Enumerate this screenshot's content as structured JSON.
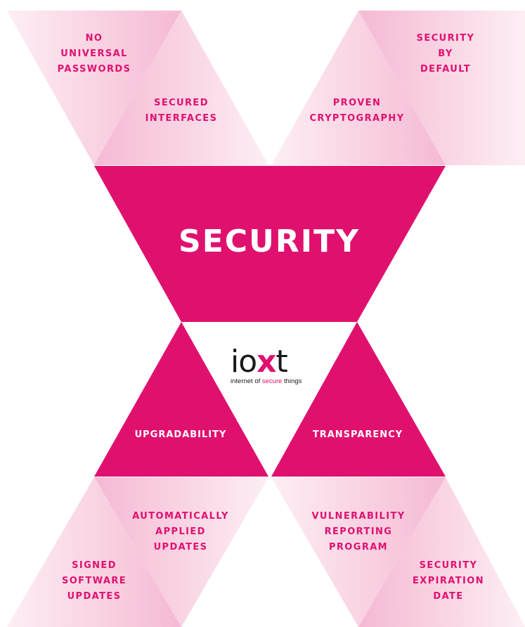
{
  "title": "SECURITY",
  "colors": {
    "accent": "#e0106f",
    "light_pink": "#f7c6dc",
    "pale_pink": "#fbe4ee"
  },
  "logo": {
    "wordmark": [
      "io",
      "x",
      "t"
    ],
    "tagline": [
      "internet of ",
      "secure",
      " things"
    ]
  },
  "categories": {
    "upgradability": "UPGRADABILITY",
    "transparency": "TRANSPARENCY"
  },
  "principles": {
    "no_universal_passwords": [
      "NO",
      "UNIVERSAL",
      "PASSWORDS"
    ],
    "secured_interfaces": [
      "SECURED",
      "INTERFACES"
    ],
    "proven_cryptography": [
      "PROVEN",
      "CRYPTOGRAPHY"
    ],
    "security_by_default": [
      "SECURITY",
      "BY",
      "DEFAULT"
    ],
    "automatically_applied_updates": [
      "AUTOMATICALLY",
      "APPLIED",
      "UPDATES"
    ],
    "signed_software_updates": [
      "SIGNED",
      "SOFTWARE",
      "UPDATES"
    ],
    "vulnerability_reporting_program": [
      "VULNERABILITY",
      "REPORTING",
      "PROGRAM"
    ],
    "security_expiration_date": [
      "SECURITY",
      "EXPIRATION",
      "DATE"
    ]
  }
}
